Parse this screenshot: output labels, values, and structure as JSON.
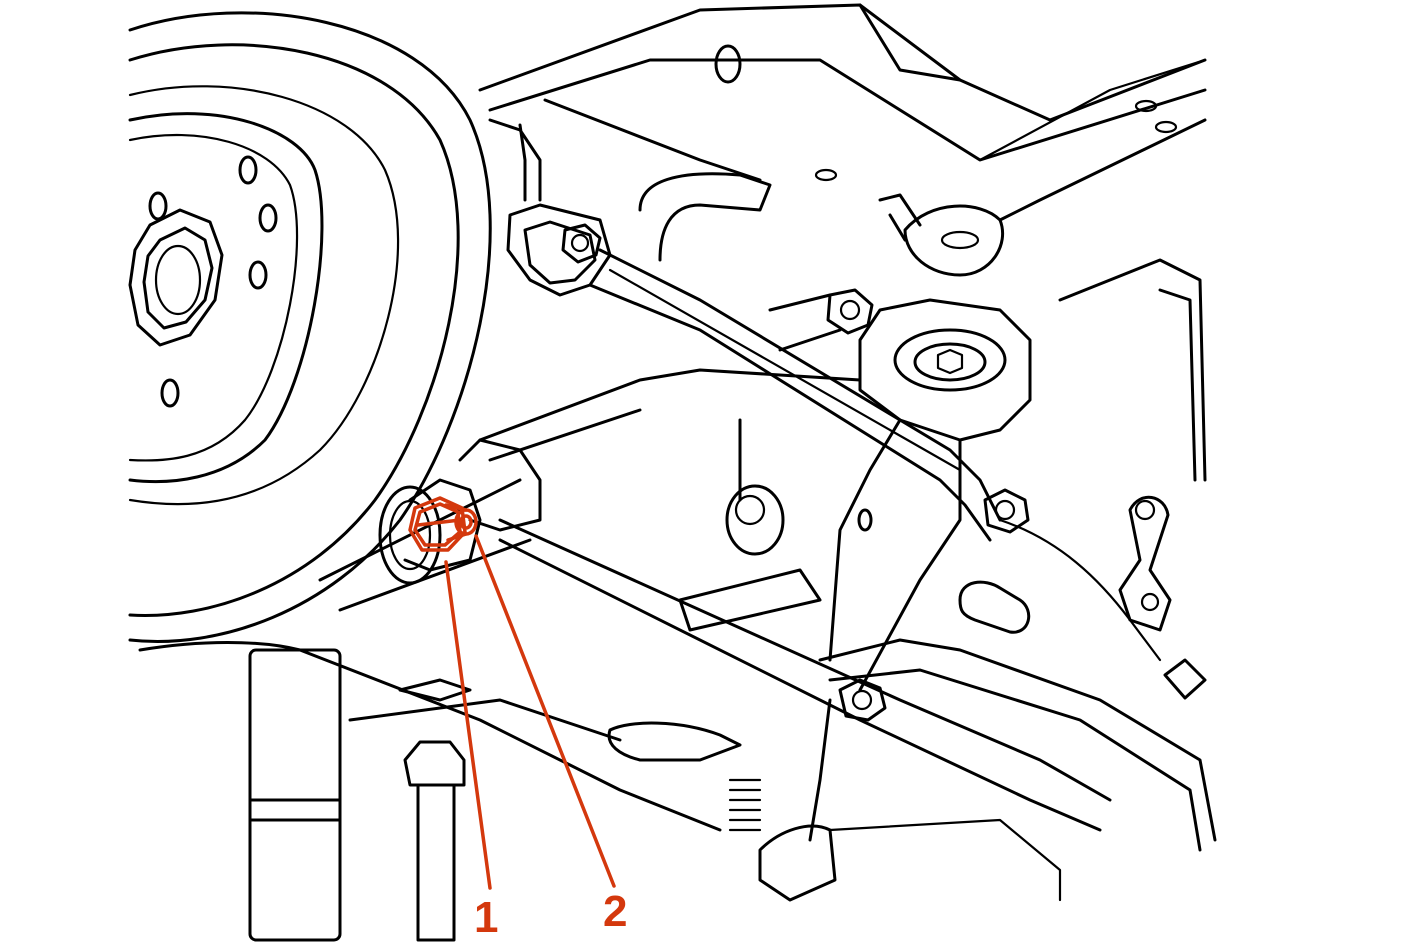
{
  "callouts": [
    {
      "number": "1",
      "part": "nut"
    },
    {
      "number": "2",
      "part": "bolt"
    }
  ],
  "colors": {
    "linework": "#000000",
    "callout": "#d4380d",
    "background": "#ffffff"
  }
}
